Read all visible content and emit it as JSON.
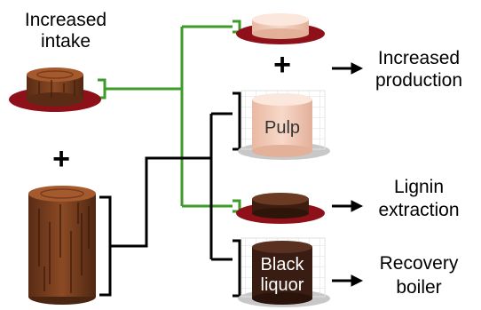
{
  "labels": {
    "intake_line1": "Increased",
    "intake_line2": "intake",
    "plus": "+",
    "production_line1": "Increased",
    "production_line2": "production",
    "lignin_line1": "Lignin",
    "lignin_line2": "extraction",
    "recovery_line1": "Recovery",
    "recovery_line2": "boiler",
    "pulp": "Pulp",
    "black_line1": "Black",
    "black_line2": "liquor"
  },
  "colors": {
    "green_connector": "#3d9a2b",
    "black_connector": "#000000",
    "wood_dark": "#4a2512",
    "wood_mid": "#7a3c1c",
    "wood_light": "#8b4a24",
    "red_disc": "#8e1019",
    "pulp_fill": "#f3cdbb",
    "pulp_top": "#fbe7dc",
    "black_liquor_fill": "#3a1d12",
    "shadow": "#c8c8c8"
  }
}
